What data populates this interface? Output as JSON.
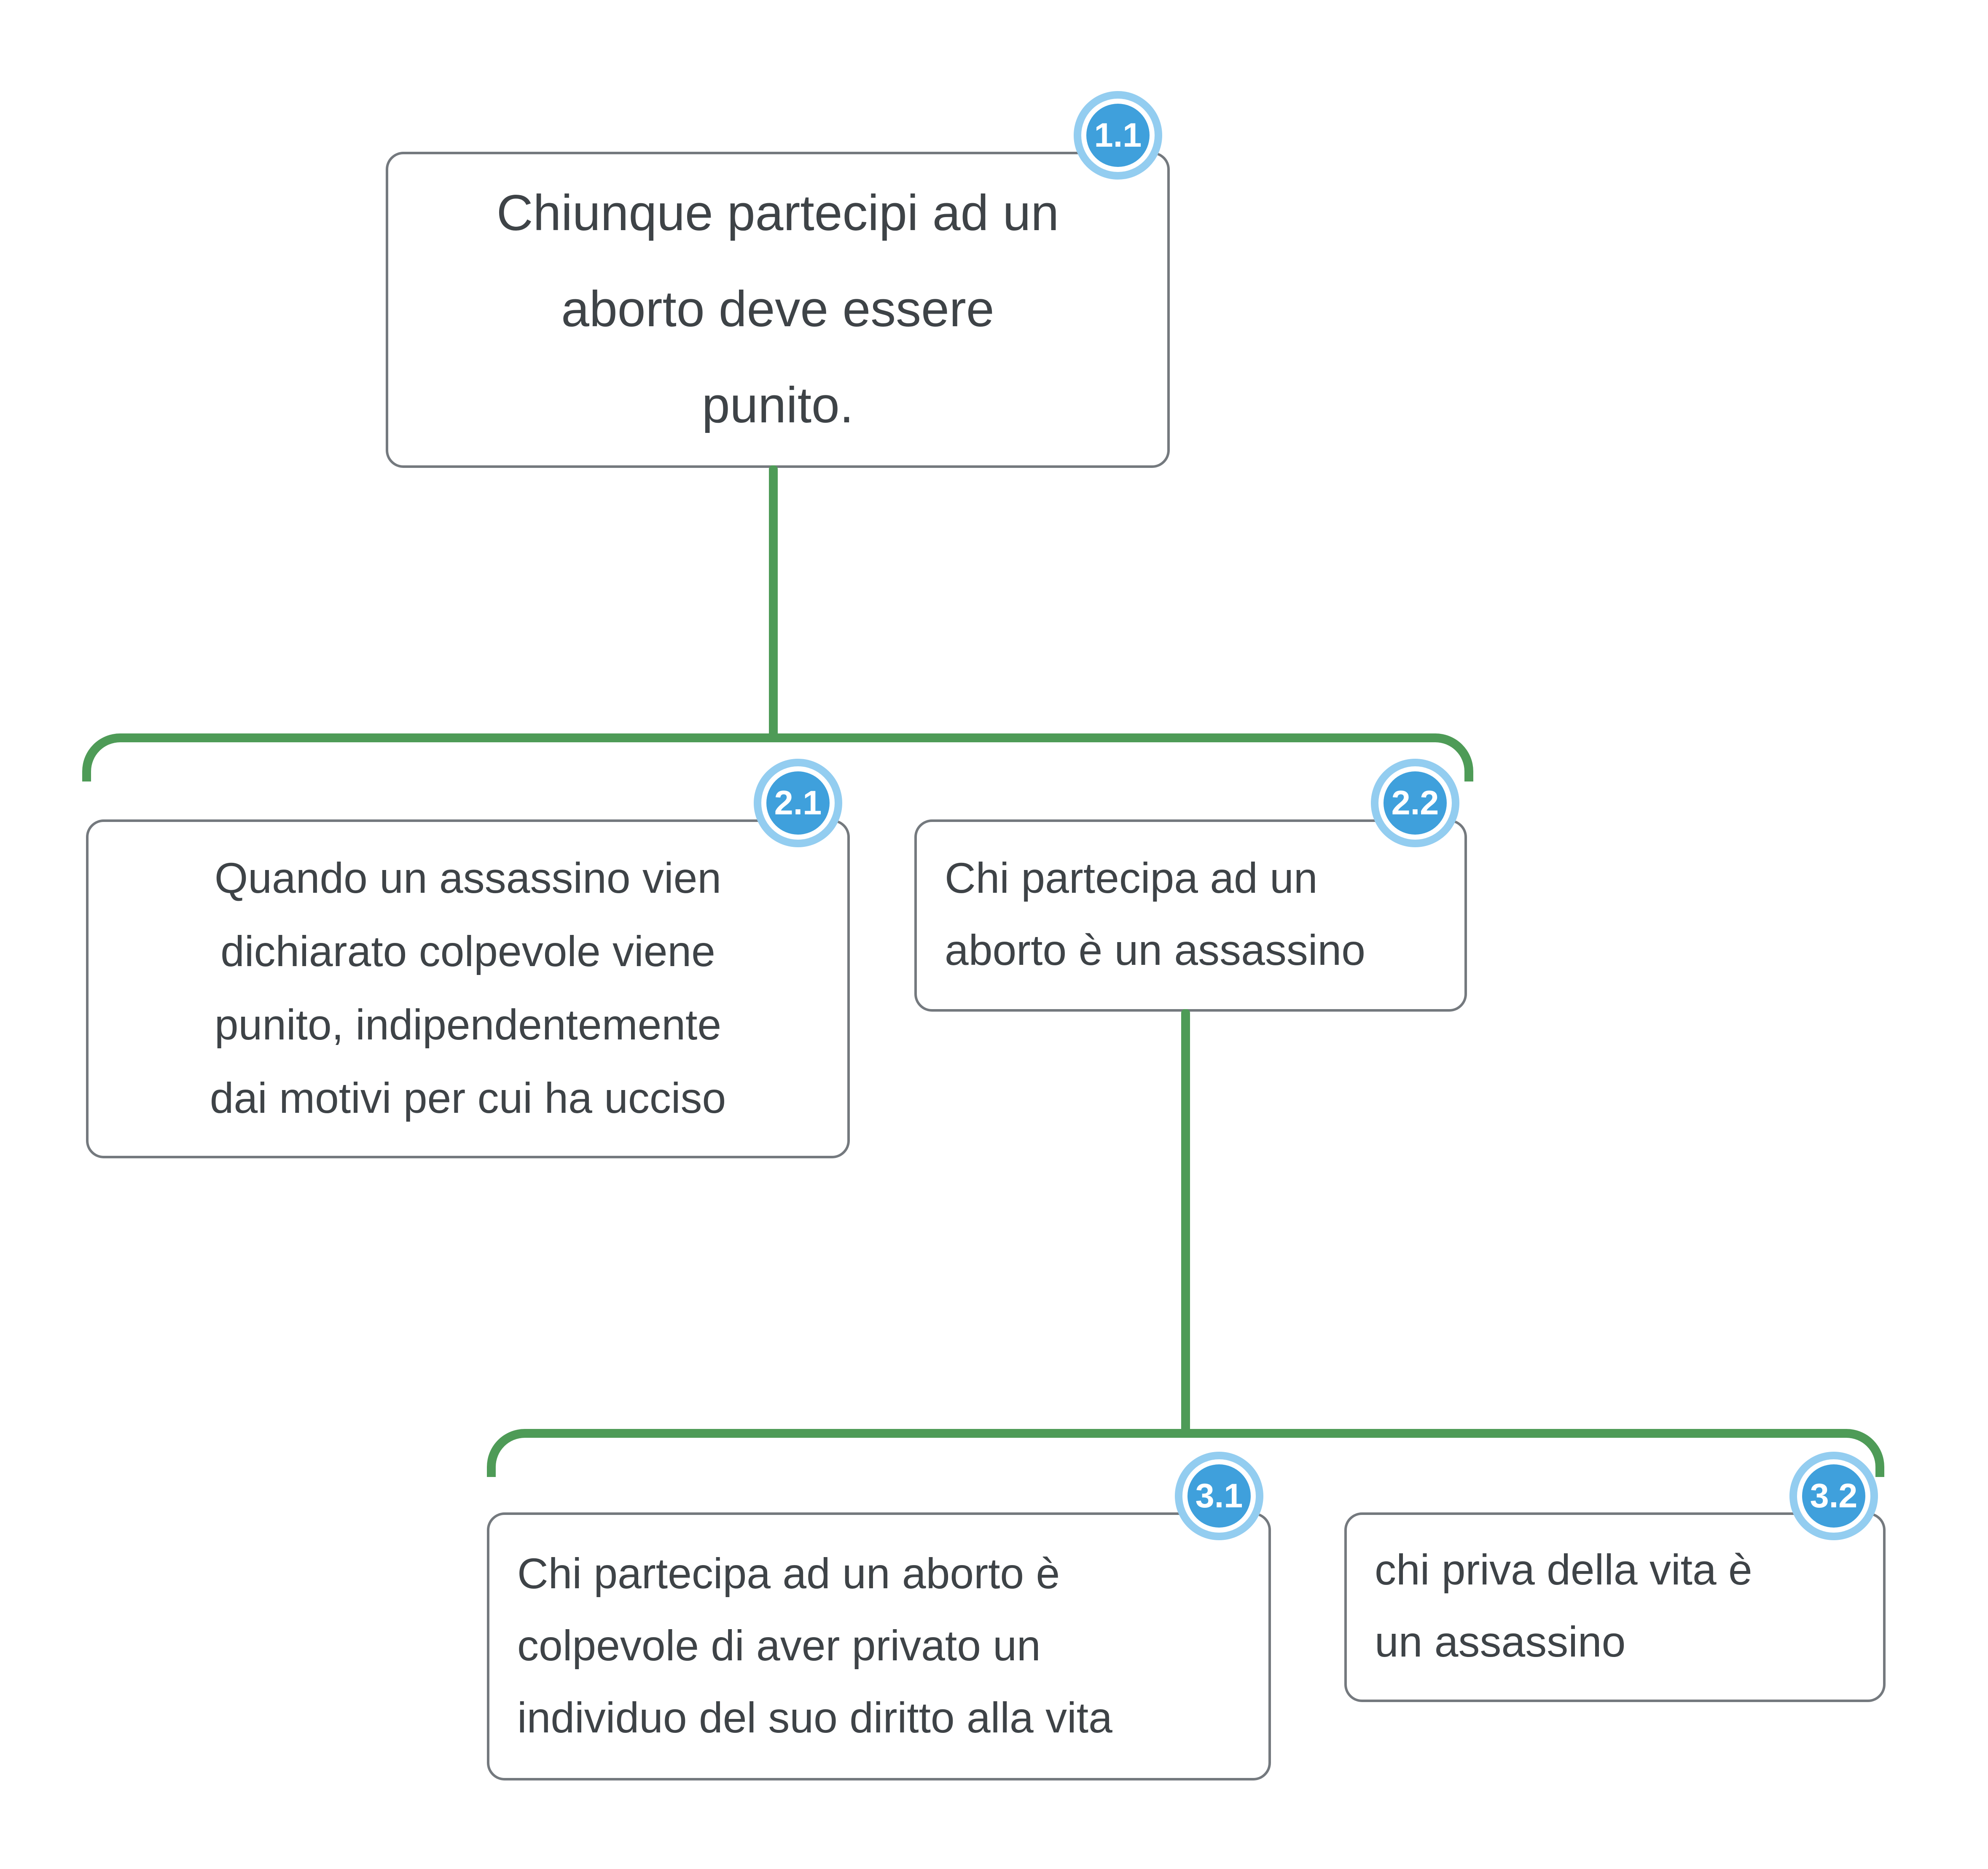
{
  "diagram": {
    "type": "argument-map-tree",
    "nodes": [
      {
        "id": "1.1",
        "text": "Chiunque partecipi ad un\naborto deve essere\npunito."
      },
      {
        "id": "2.1",
        "text": "Quando un assassino vien\ndichiarato colpevole viene\npunito, indipendentemente\ndai motivi per cui ha ucciso"
      },
      {
        "id": "2.2",
        "text": "Chi partecipa ad un\naborto è un assassino"
      },
      {
        "id": "3.1",
        "text": "Chi partecipa ad un aborto è\ncolpevole di aver privato un\nindividuo del suo diritto alla vita"
      },
      {
        "id": "3.2",
        "text": "chi priva della vita è\nun assassino"
      }
    ],
    "edges": [
      {
        "from": "1.1",
        "to": [
          "2.1",
          "2.2"
        ]
      },
      {
        "from": "2.2",
        "to": [
          "3.1",
          "3.2"
        ]
      }
    ],
    "colors": {
      "connector_green": "#4e9b57",
      "badge_blue": "#3fa0dc",
      "badge_ring": "#93cdf0",
      "box_border": "#74797e",
      "text": "#3e4347",
      "background": "#ffffff"
    }
  }
}
